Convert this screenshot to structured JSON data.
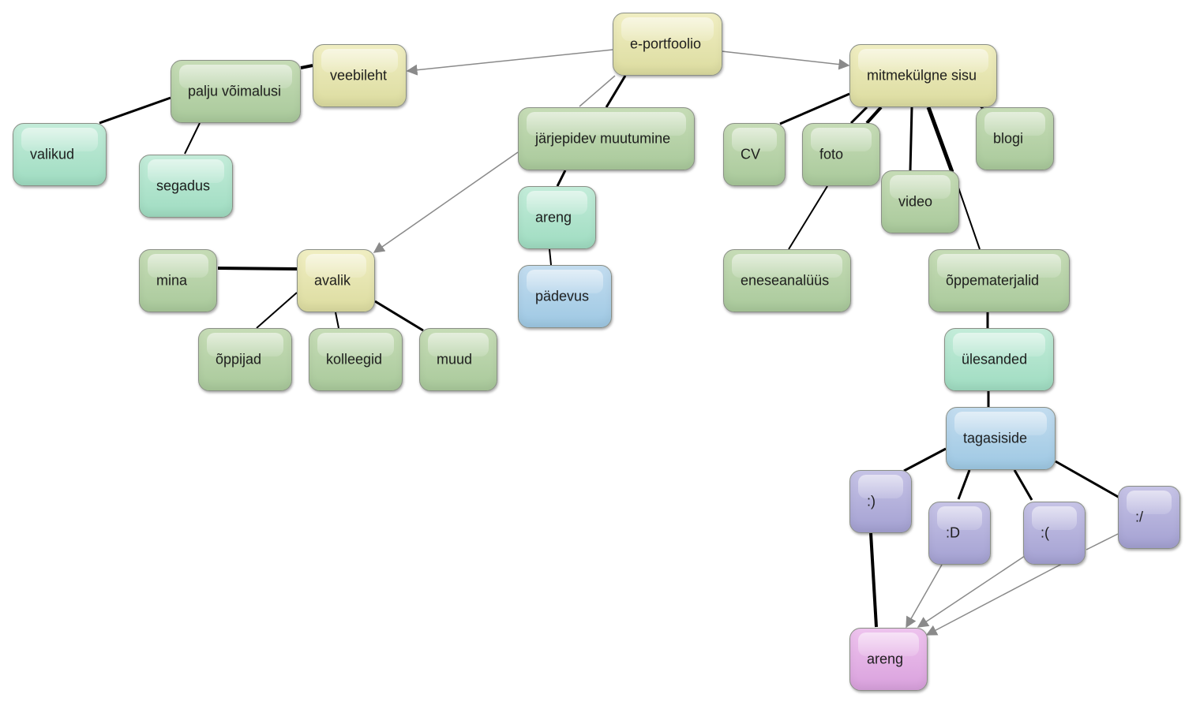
{
  "nodes": [
    {
      "id": "e-portfoolio",
      "label": "e-portfoolio",
      "color": "#e6e4b0"
    },
    {
      "id": "veebileht",
      "label": "veebileht",
      "color": "#e6e4b0"
    },
    {
      "id": "palju-voimalusi",
      "label": "palju võimalusi",
      "color": "#b9d4a8"
    },
    {
      "id": "valikud",
      "label": "valikud",
      "color": "#b1e4cc"
    },
    {
      "id": "segadus",
      "label": "segadus",
      "color": "#b1e4cc"
    },
    {
      "id": "jarjepidev-muutumine",
      "label": "järjepidev muutumine",
      "color": "#b9d4a8"
    },
    {
      "id": "areng-1",
      "label": "areng",
      "color": "#b1e4cc"
    },
    {
      "id": "padevus",
      "label": "pädevus",
      "color": "#b0d2ea"
    },
    {
      "id": "mina",
      "label": "mina",
      "color": "#b9d4a8"
    },
    {
      "id": "avalik",
      "label": "avalik",
      "color": "#e6e4b0"
    },
    {
      "id": "oppijad",
      "label": "õppijad",
      "color": "#b9d4a8"
    },
    {
      "id": "kolleegid",
      "label": "kolleegid",
      "color": "#b9d4a8"
    },
    {
      "id": "muud",
      "label": "muud",
      "color": "#b9d4a8"
    },
    {
      "id": "mitmekulgne-sisu",
      "label": "mitmekülgne sisu",
      "color": "#e6e4b0"
    },
    {
      "id": "cv",
      "label": "CV",
      "color": "#b9d4a8"
    },
    {
      "id": "foto",
      "label": "foto",
      "color": "#b9d4a8"
    },
    {
      "id": "blogi",
      "label": "blogi",
      "color": "#b9d4a8"
    },
    {
      "id": "video",
      "label": "video",
      "color": "#b9d4a8"
    },
    {
      "id": "eneseanaluus",
      "label": "eneseanalüüs",
      "color": "#b9d4a8"
    },
    {
      "id": "oppematerjalid",
      "label": "õppematerjalid",
      "color": "#b9d4a8"
    },
    {
      "id": "ulesanded",
      "label": "ülesanded",
      "color": "#b1e4cc"
    },
    {
      "id": "tagasiside",
      "label": "tagasiside",
      "color": "#b0d2ea"
    },
    {
      "id": "smile",
      "label": ":)",
      "color": "#b4b1dc"
    },
    {
      "id": "bigsmile",
      "label": ":D",
      "color": "#b4b1dc"
    },
    {
      "id": "sad",
      "label": ":(",
      "color": "#b4b1dc"
    },
    {
      "id": "meh",
      "label": ":/",
      "color": "#b4b1dc"
    },
    {
      "id": "areng-2",
      "label": "areng",
      "color": "#e4b2e6"
    }
  ],
  "edges": [
    {
      "from": "e-portfoolio",
      "to": "veebileht",
      "style": "arrow"
    },
    {
      "from": "e-portfoolio",
      "to": "mitmekulgne-sisu",
      "style": "arrow"
    },
    {
      "from": "e-portfoolio",
      "to": "jarjepidev-muutumine",
      "style": "line"
    },
    {
      "from": "e-portfoolio",
      "to": "avalik",
      "style": "arrow"
    },
    {
      "from": "veebileht",
      "to": "palju-voimalusi",
      "style": "line"
    },
    {
      "from": "palju-voimalusi",
      "to": "valikud",
      "style": "line"
    },
    {
      "from": "palju-voimalusi",
      "to": "segadus",
      "style": "line"
    },
    {
      "from": "jarjepidev-muutumine",
      "to": "areng-1",
      "style": "line"
    },
    {
      "from": "areng-1",
      "to": "padevus",
      "style": "line"
    },
    {
      "from": "avalik",
      "to": "mina",
      "style": "line"
    },
    {
      "from": "avalik",
      "to": "oppijad",
      "style": "line"
    },
    {
      "from": "avalik",
      "to": "kolleegid",
      "style": "line"
    },
    {
      "from": "avalik",
      "to": "muud",
      "style": "line"
    },
    {
      "from": "mitmekulgne-sisu",
      "to": "cv",
      "style": "line"
    },
    {
      "from": "mitmekulgne-sisu",
      "to": "foto",
      "style": "line"
    },
    {
      "from": "mitmekulgne-sisu",
      "to": "video",
      "style": "line"
    },
    {
      "from": "mitmekulgne-sisu",
      "to": "blogi",
      "style": "line"
    },
    {
      "from": "mitmekulgne-sisu",
      "to": "oppematerjalid",
      "style": "line"
    },
    {
      "from": "foto",
      "to": "eneseanaluus",
      "style": "line"
    },
    {
      "from": "oppematerjalid",
      "to": "ulesanded",
      "style": "line"
    },
    {
      "from": "ulesanded",
      "to": "tagasiside",
      "style": "line"
    },
    {
      "from": "tagasiside",
      "to": "smile",
      "style": "line"
    },
    {
      "from": "tagasiside",
      "to": "bigsmile",
      "style": "line"
    },
    {
      "from": "tagasiside",
      "to": "sad",
      "style": "line"
    },
    {
      "from": "tagasiside",
      "to": "meh",
      "style": "line"
    },
    {
      "from": "smile",
      "to": "areng-2",
      "style": "line"
    },
    {
      "from": "bigsmile",
      "to": "areng-2",
      "style": "arrow"
    },
    {
      "from": "sad",
      "to": "areng-2",
      "style": "arrow"
    },
    {
      "from": "meh",
      "to": "areng-2",
      "style": "arrow"
    }
  ]
}
